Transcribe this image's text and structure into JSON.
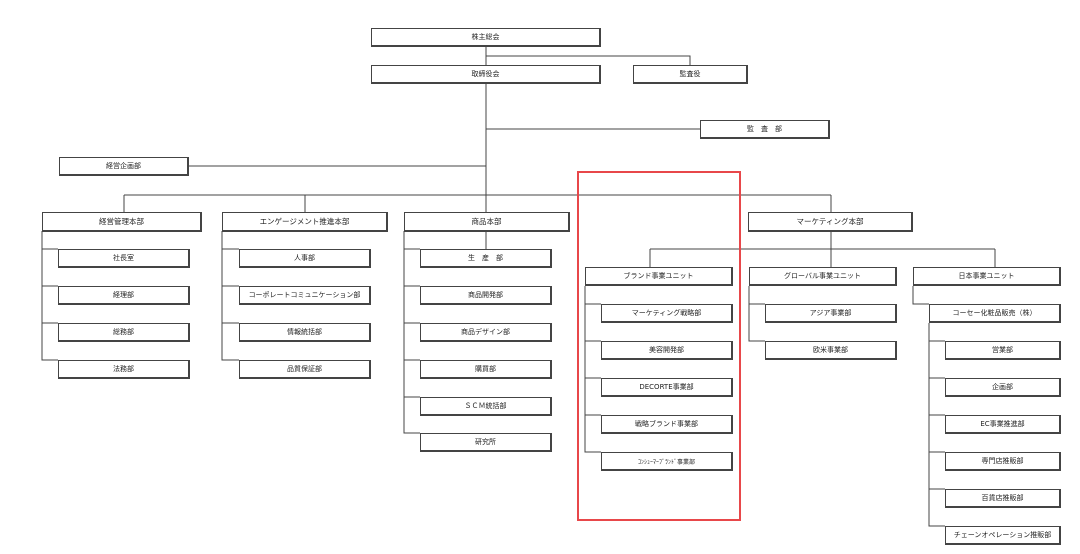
{
  "top": {
    "shareholders": "株主総会",
    "board": "取締役会",
    "auditors": "監査役",
    "audit_dept": "監　査　部",
    "planning": "経営企画部"
  },
  "divisions": [
    {
      "name": "経営管理本部",
      "children": [
        "社長室",
        "経理部",
        "総務部",
        "法務部"
      ]
    },
    {
      "name": "エンゲージメント推進本部",
      "children": [
        "人事部",
        "コーポレートコミュニケーション部",
        "情報統括部",
        "品質保証部"
      ]
    },
    {
      "name": "商品本部",
      "children": [
        "生　産　部",
        "商品開発部",
        "商品デザイン部",
        "購買部",
        "ＳＣＭ統括部",
        "研究所"
      ]
    },
    {
      "name": "マーケティング本部"
    }
  ],
  "units": [
    {
      "name": "ブランド事業ユニット",
      "children": [
        "マーケティング戦略部",
        "美容開発部",
        "DECORTE事業部",
        "戦略ブランド事業部",
        "ｺﾝｼｭｰﾏｰﾌﾞﾗﾝﾄﾞ事業部"
      ]
    },
    {
      "name": "グローバル事業ユニット",
      "children": [
        "アジア事業部",
        "欧米事業部"
      ]
    },
    {
      "name": "日本事業ユニット",
      "company": "コーセー化粧品販売（株）",
      "children": [
        "営業部",
        "企画部",
        "EC事業推進部",
        "専門店推販部",
        "百貨店推販部",
        "チェーンオペレーション推販部"
      ]
    }
  ],
  "highlight_color": "#e8474a"
}
